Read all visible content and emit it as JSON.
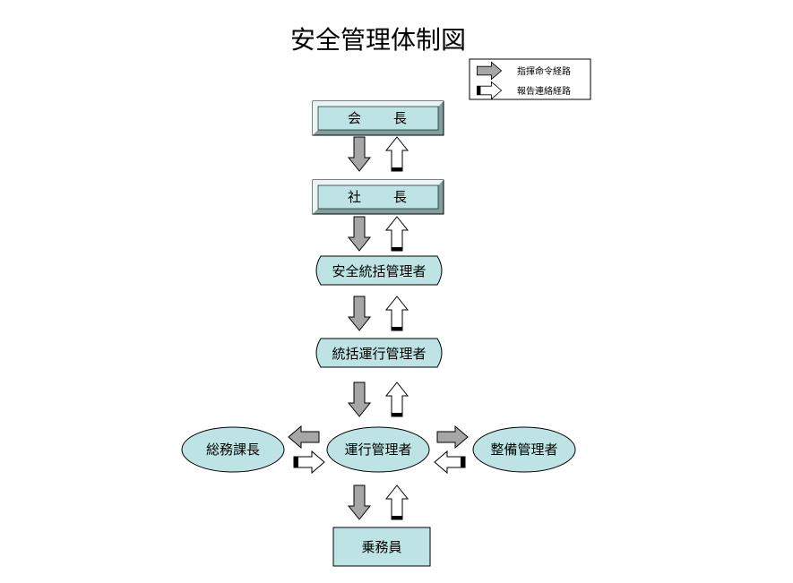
{
  "title": "安全管理体制図",
  "legend": {
    "command": "指揮命令経路",
    "report": "報告連絡経路"
  },
  "nodes": {
    "chairman": "会　　長",
    "president": "社　　長",
    "general_safety_manager": "安全統括管理者",
    "general_operations_manager": "統括運行管理者",
    "operations_manager": "運行管理者",
    "general_affairs_manager": "総務課長",
    "maintenance_manager": "整備管理者",
    "crew": "乗務員"
  },
  "colors": {
    "node_fill": "#bde3e5",
    "bevel_light": "#e8f4f5",
    "bevel_dark": "#7f9fa1",
    "command_arrow": "#a6a6a6",
    "report_arrow": "#ffffff",
    "line": "#000000"
  }
}
